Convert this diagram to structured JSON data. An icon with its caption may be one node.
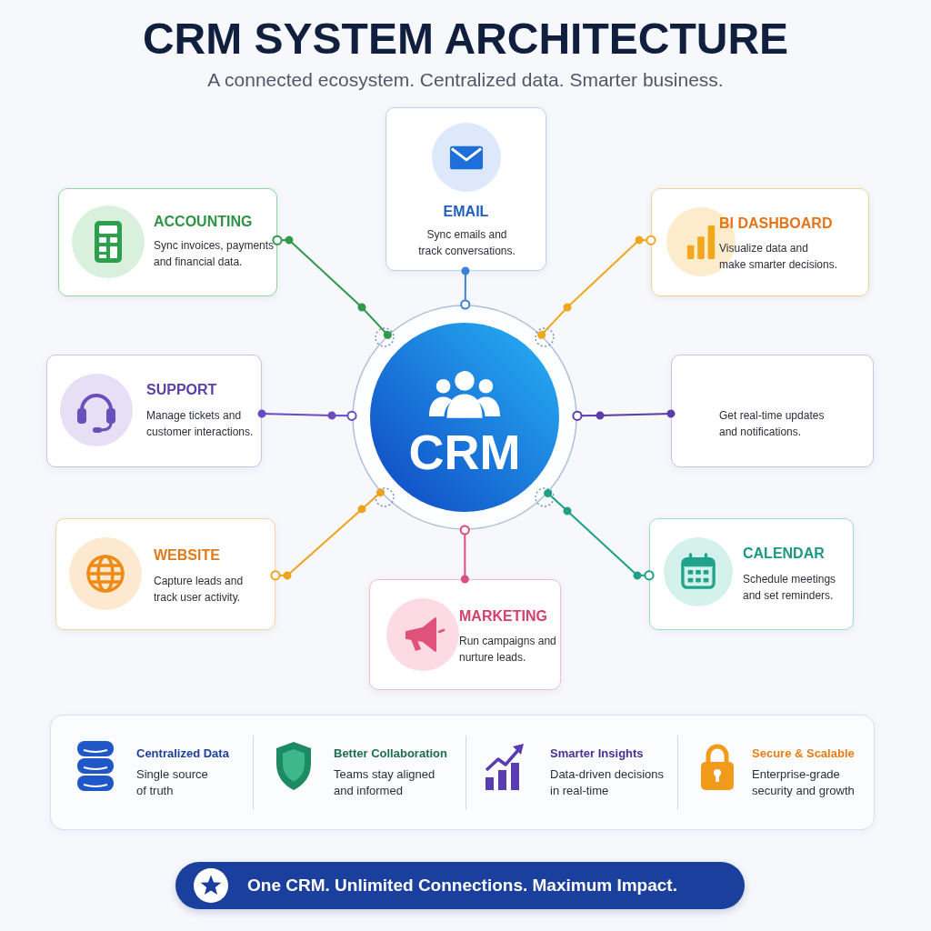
{
  "diagram": {
    "title": "CRM SYSTEM ARCHITECTURE",
    "nodes": [
      {
        "text": [
          "CRM"
        ]
      },
      {
        "text": [
          "EMAIL",
          "Sync emails and track conversations."
        ]
      },
      {
        "text": [
          "ACCOUNTING",
          "Sync invoices, payments and financial data."
        ]
      },
      {
        "text": [
          "BI DASHBOARD",
          "Visualize data and make smarter decisions."
        ]
      },
      {
        "text": [
          "SUPPORT",
          "Manage tickets and customer interactions."
        ]
      },
      {
        "text": [
          "Get real-time updates and notifications."
        ]
      },
      {
        "text": [
          "WEBSITE",
          "Capture leads and track user activity."
        ]
      },
      {
        "text": [
          "CALENDAR",
          "Schedule meetings and set reminders."
        ]
      },
      {
        "text": [
          "MARKETING",
          "Run campaigns and nurture leads."
        ]
      },
      {
        "text": [
          "Centralized Data",
          "Single source of truth",
          "Better Collaboration",
          "Teams stay aligned and informed",
          "Smarter Insights",
          "Data-driven decisions in real-time",
          "Secure & Scalable",
          "Enterprise-grade security and growth"
        ]
      },
      {
        "text": [
          "One CRM. Unlimited Connections. Maximum Impact."
        ]
      }
    ],
    "edges": [
      {
        "from": 1,
        "to": 0,
        "arrow": "other",
        "color": "#3b82d6"
      },
      {
        "from": 2,
        "to": 0,
        "arrow": "other",
        "color": "#2f9a4c"
      },
      {
        "from": 3,
        "to": 0,
        "arrow": "other",
        "color": "#efa81e"
      },
      {
        "from": 4,
        "to": 0,
        "arrow": "other",
        "color": "#6a4cc0"
      },
      {
        "from": 5,
        "to": 0,
        "arrow": "other",
        "color": "#5a3ca8"
      },
      {
        "from": 6,
        "to": 0,
        "arrow": "other",
        "color": "#eea21c"
      },
      {
        "from": 7,
        "to": 0,
        "arrow": "other",
        "color": "#1e9f86"
      },
      {
        "from": 8,
        "to": 0,
        "arrow": "other",
        "color": "#de4f7c"
      }
    ],
    "labels": [
      "A connected ecosystem. Centralized data. Smarter business."
    ]
  }
}
